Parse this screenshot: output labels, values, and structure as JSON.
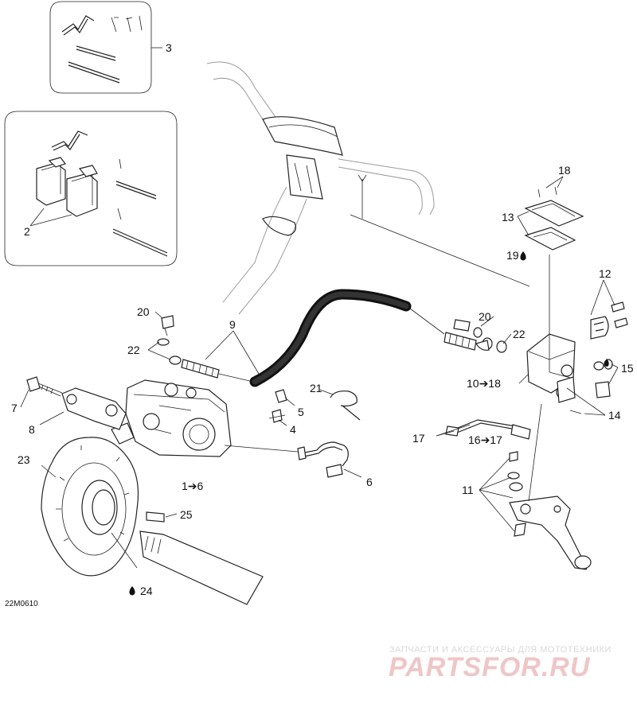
{
  "callouts": {
    "c1_6": "1➔6",
    "c2": "2",
    "c3": "3",
    "c4": "4",
    "c5": "5",
    "c6": "6",
    "c7": "7",
    "c8": "8",
    "c9": "9",
    "c10_18": "10➔18",
    "c11": "11",
    "c12": "12",
    "c13": "13",
    "c14": "14",
    "c15": "15",
    "c16_17": "16➔17",
    "c17": "17",
    "c18": "18",
    "c19": "19",
    "c20a": "20",
    "c20b": "20",
    "c21": "21",
    "c22a": "22",
    "c22b": "22",
    "c23": "23",
    "c24": "24",
    "c25": "25"
  },
  "drawing_code": "22M0610",
  "watermark": {
    "subtitle": "ЗАПЧАСТИ И АКСЕССУАРЫ ДЛЯ МОТОТЕХНИКИ",
    "logo": "PARTSFOR.RU"
  }
}
